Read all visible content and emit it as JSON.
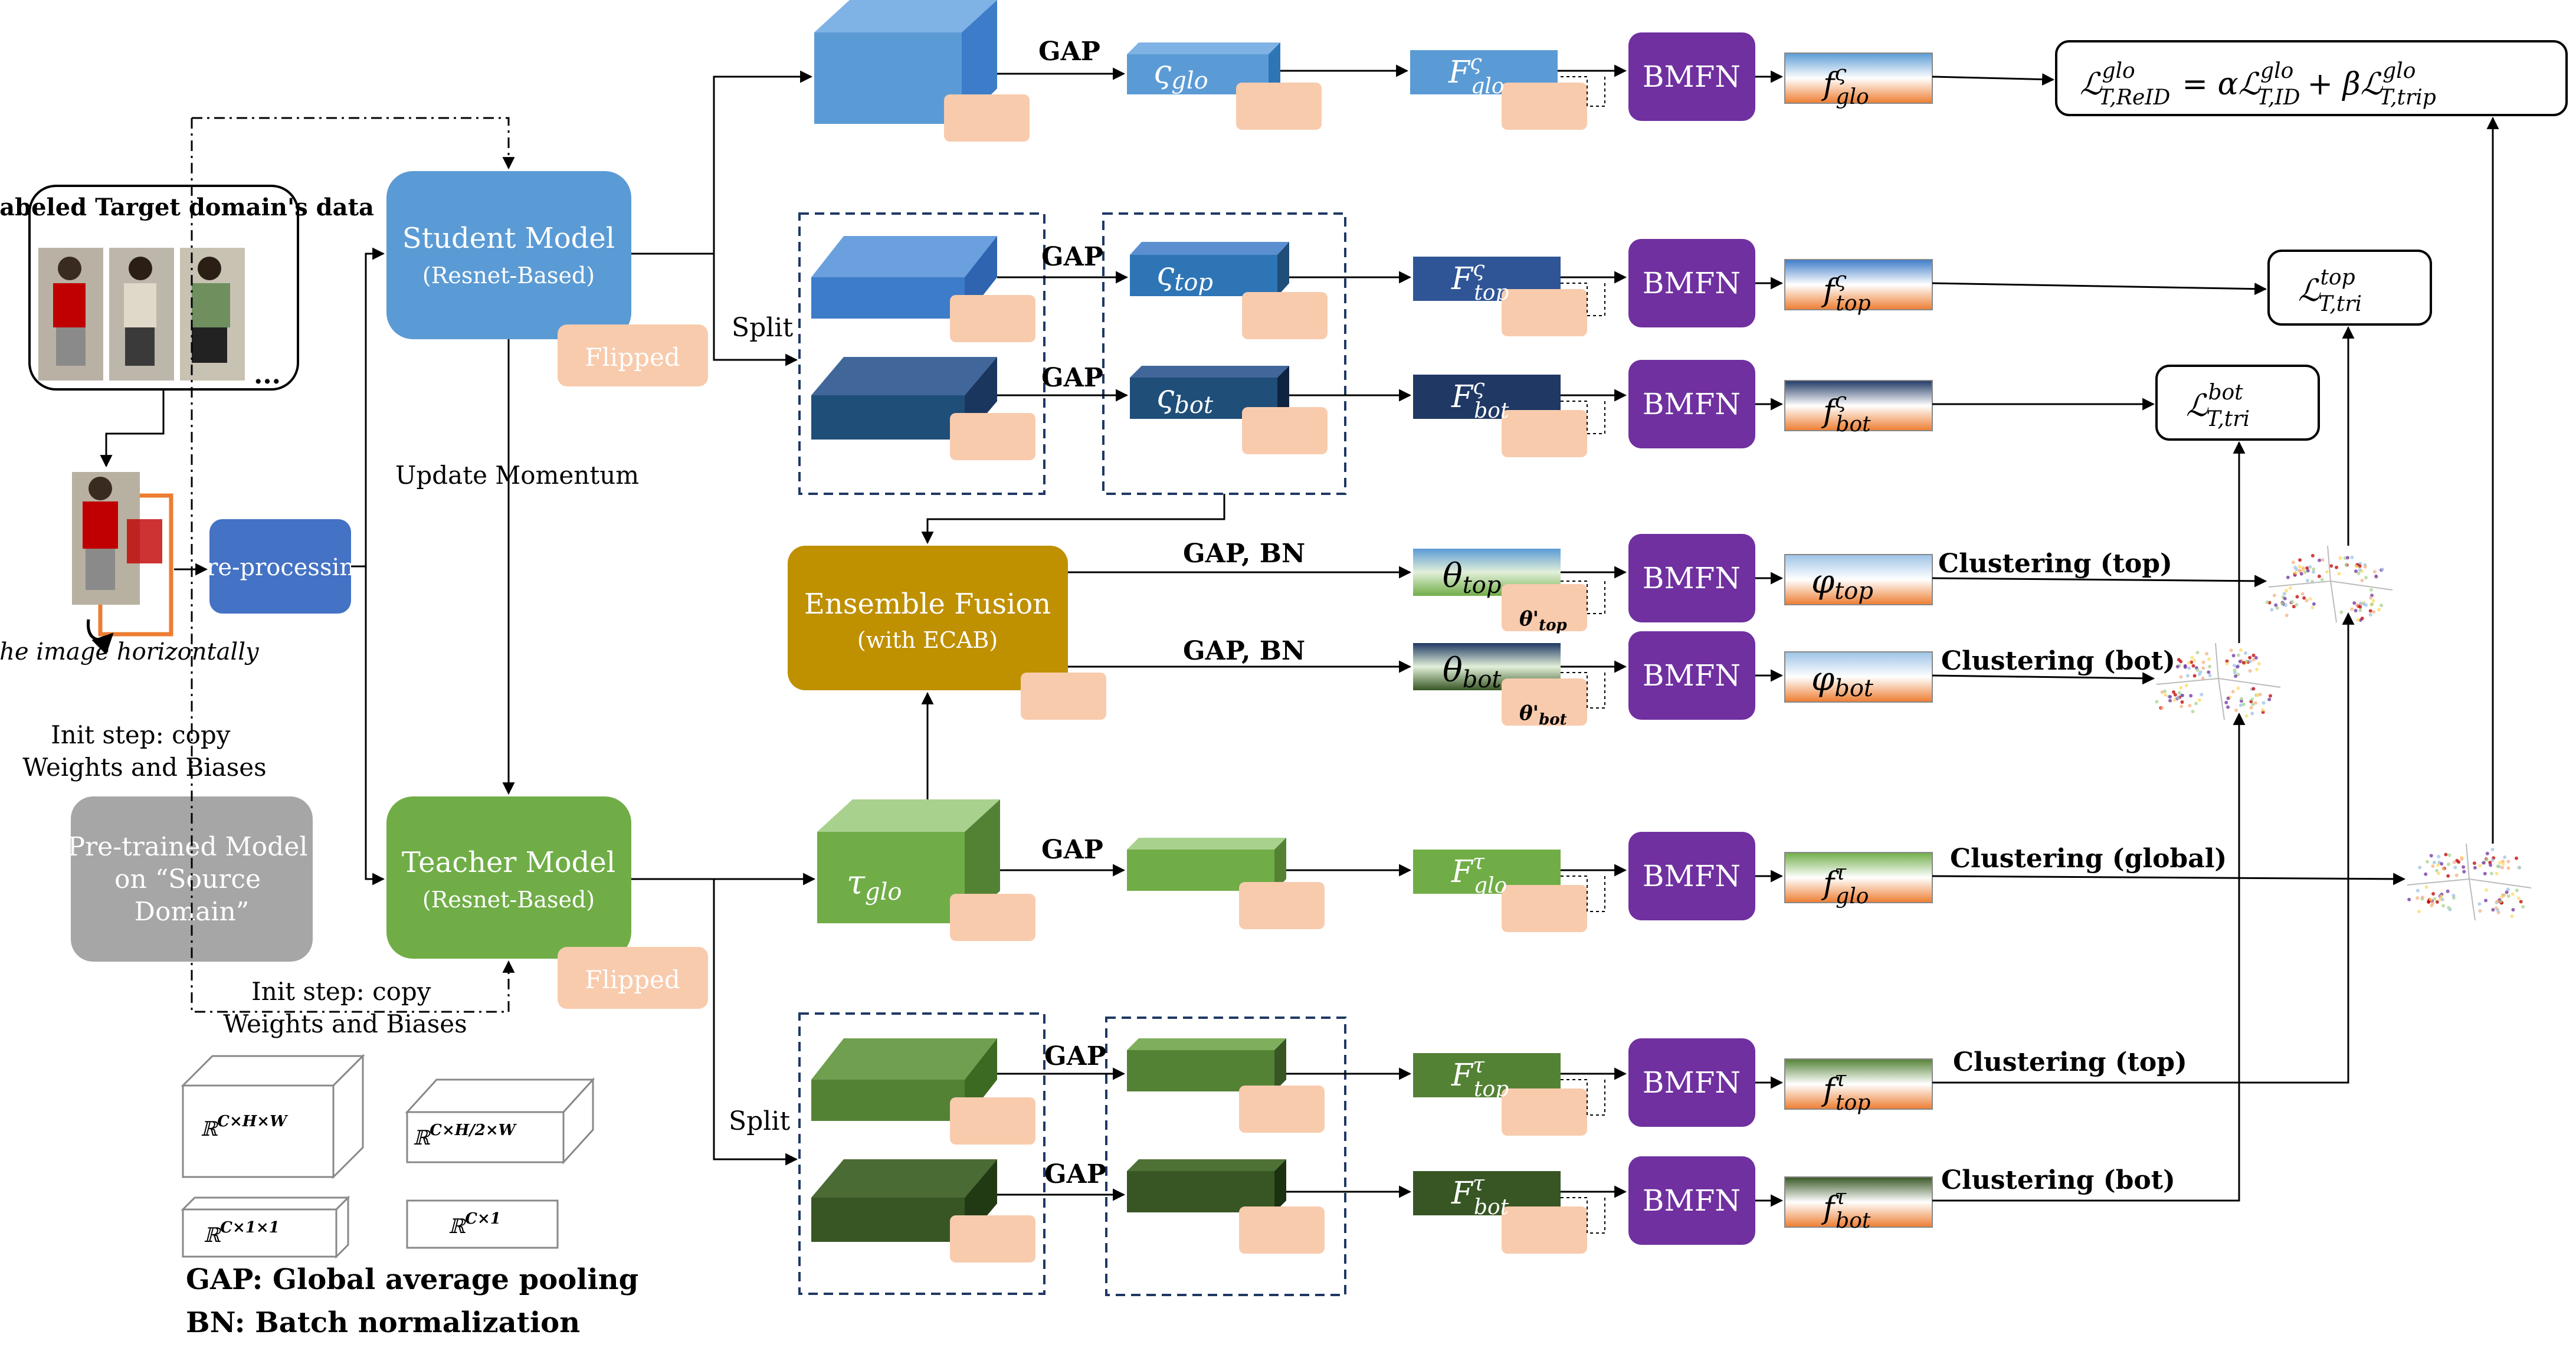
{
  "colors": {
    "student": "#5b9bd5",
    "teacher": "#70ad47",
    "flipped": "#f8cbad",
    "bmfn": "#7030a0",
    "ensemble": "#bf9000",
    "preprocess": "#4472c4",
    "pretrained": "#a6a6a6"
  },
  "input": {
    "title": "Unlabeled Target domain's data",
    "ellipsis": "...",
    "flip_caption": "Flip the image horizontally"
  },
  "preprocess_label": "Pre-processing",
  "student": {
    "title": "Student Model",
    "subtitle": "(Resnet-Based)"
  },
  "teacher": {
    "title": "Teacher Model",
    "subtitle": "(Resnet-Based)"
  },
  "pretrained": "Pre-trained Model on “Source Domain”",
  "flipped": "Flipped",
  "update_momentum": "Update Momentum",
  "init_step_1": "Init step: copy Weights and Biases",
  "init_step_2": "Init step: copy Weights and Biases",
  "ensemble": {
    "title": "Ensemble Fusion",
    "subtitle": "(with ECAB)"
  },
  "ops": {
    "gap": "GAP",
    "gap_bn": "GAP, BN",
    "split": "Split"
  },
  "bmfn": "BMFN",
  "clustering": {
    "top": "Clustering (top)",
    "bot": "Clustering (bot)",
    "global": "Clustering (global)"
  },
  "features": {
    "s_glo": "ς_glo",
    "s_top": "ς_top",
    "s_bot": "ς_bot",
    "t_glo": "τ_glo",
    "F_s_glo": "F^ς_glo",
    "F_s_top": "F^ς_top",
    "F_s_bot": "F^ς_bot",
    "F_t_glo": "F^τ_glo",
    "F_t_top": "F^τ_top",
    "F_t_bot": "F^τ_bot",
    "f_s_glo": "f^ς_glo",
    "f_s_top": "f^ς_top",
    "f_s_bot": "f^ς_bot",
    "f_t_glo": "f^τ_glo",
    "f_t_top": "f^τ_top",
    "f_t_bot": "f^τ_bot",
    "theta_top": "θ_top",
    "theta_bot": "θ_bot",
    "theta_p_top": "θ'_top",
    "theta_p_bot": "θ'_bot",
    "phi_top": "φ_top",
    "phi_bot": "φ_bot"
  },
  "losses": {
    "glo": "L^glo_T,ReID = αL^glo_T,ID + βL^glo_T,trip",
    "top": "L^top_T,tri",
    "bot": "L^bot_T,tri"
  },
  "legend": {
    "chw": "ℝ^(C×H×W)",
    "ch2w": "ℝ^(C×H/2×W)",
    "c11": "ℝ^(C×1×1)",
    "c1": "ℝ^(C×1)",
    "gap_def": "GAP: Global average pooling",
    "bn_def": "BN: Batch normalization"
  }
}
